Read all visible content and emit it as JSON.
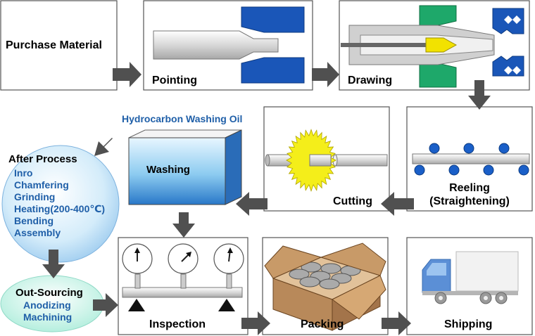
{
  "steps": {
    "purchase": "Purchase Material",
    "pointing": "Pointing",
    "drawing": "Drawing",
    "reeling_line1": "Reeling",
    "reeling_line2": "(Straightening)",
    "cutting": "Cutting",
    "washing_oil": "Hydrocarbon Washing Oil",
    "washing": "Washing",
    "inspection": "Inspection",
    "packing": "Packing",
    "shipping": "Shipping"
  },
  "after_process": {
    "title": "After Process",
    "items": [
      "Inro",
      "Chamfering",
      "Grinding",
      "Heating(200-400℃)",
      "Bending",
      "Assembly"
    ]
  },
  "out_sourcing": {
    "title": "Out-Sourcing",
    "items": [
      "Anodizing",
      "Machining"
    ]
  },
  "colors": {
    "arrow": "#505050",
    "die_blue": "#1a56b8",
    "die_green": "#1ea86a",
    "blade_yellow": "#f4ee1a",
    "roller_blue": "#1a5fc8",
    "tool_yellow": "#f2e200",
    "box_brown": "#b8895a",
    "title_blue": "#1f5fa8"
  }
}
